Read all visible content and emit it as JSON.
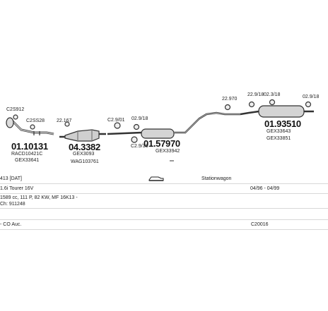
{
  "parts": {
    "p1": {
      "number": "01.10131",
      "ref1": "RACD10421C",
      "ref2": "GEX33641"
    },
    "p2": {
      "ref": "C2SS28"
    },
    "p3": {
      "ref": "C2S912"
    },
    "p4": {
      "ref": "22.167"
    },
    "p5": {
      "number": "04.3382",
      "ref1": "GEX3093",
      "ref2": "WAG103761"
    },
    "p6": {
      "ref": "C2.9/01"
    },
    "p7": {
      "ref": "02.9/18"
    },
    "p8": {
      "ref": "C2.9/18"
    },
    "p9": {
      "number": "01.57970",
      "ref1": "GEX33942"
    },
    "p10": {
      "ref": "22.970"
    },
    "p11": {
      "ref": "22.9/18"
    },
    "p12": {
      "ref": "02.3/18"
    },
    "p13": {
      "ref": "02.9/18"
    },
    "p14": {
      "number": "01.93510",
      "ref1": "GEX33643",
      "ref2": "GEX33851"
    }
  },
  "info": {
    "row1_col1": "413 [DAT]",
    "row1_col3": "Stationwagon",
    "row2_col1": "1.6i Tourer 16V",
    "row2_col2": "04/96 - 04/99",
    "row3_col1": "1589 cc, 111 P, 82 KW, MF 16K13 -",
    "row3_col2": "Ch: 911248",
    "row4_col1": "- CO Auc.",
    "row4_col2": "C20016"
  }
}
